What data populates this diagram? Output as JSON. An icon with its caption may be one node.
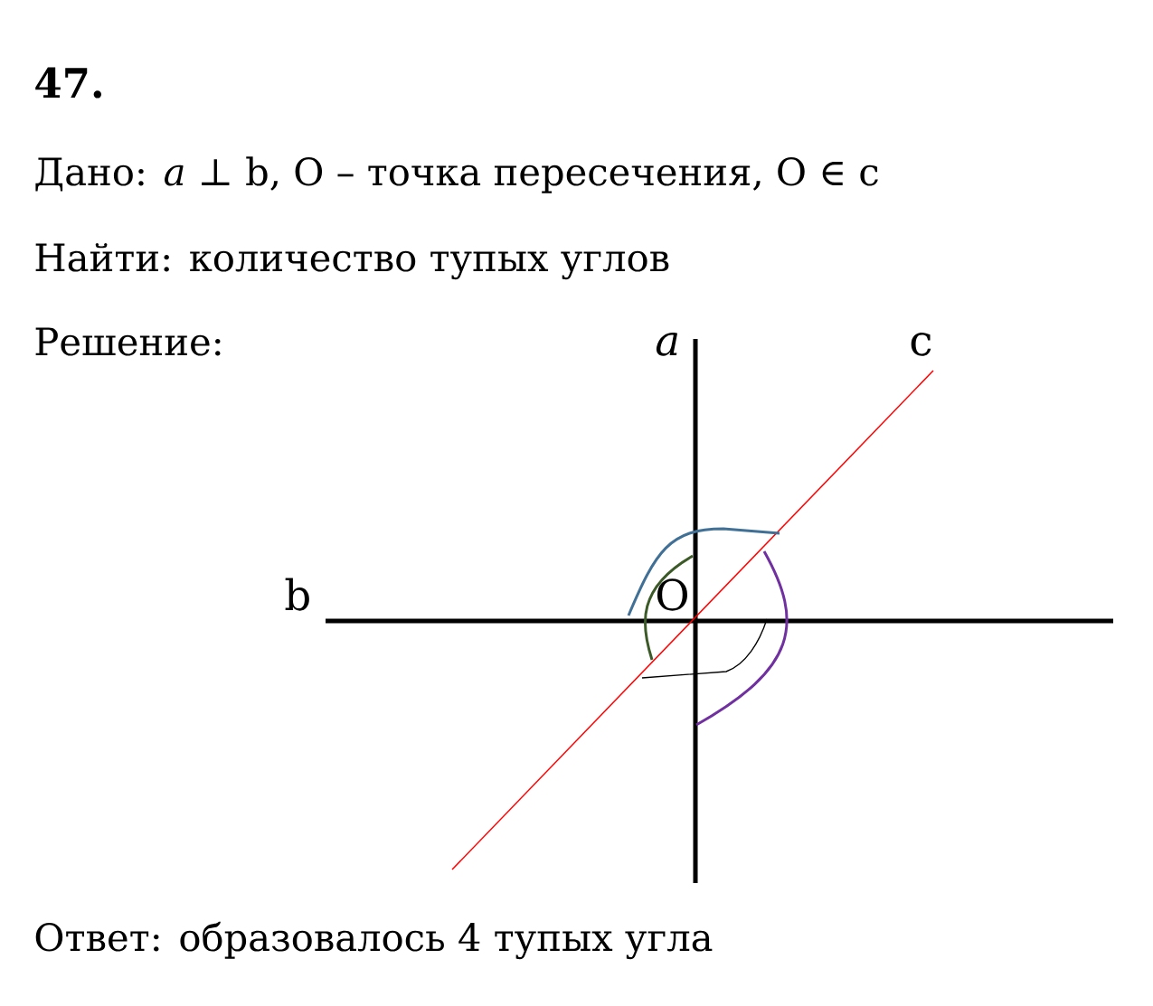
{
  "diagram": {
    "labels": [
      "47.",
      "Дано: *a* ⊥ b, O – точка пересечения, O ∈ c",
      "Найти: количество тупых углов",
      "Решение:",
      "a",
      "c",
      "b",
      "O",
      "Ответ: образовалось 4 тупых угла"
    ]
  }
}
